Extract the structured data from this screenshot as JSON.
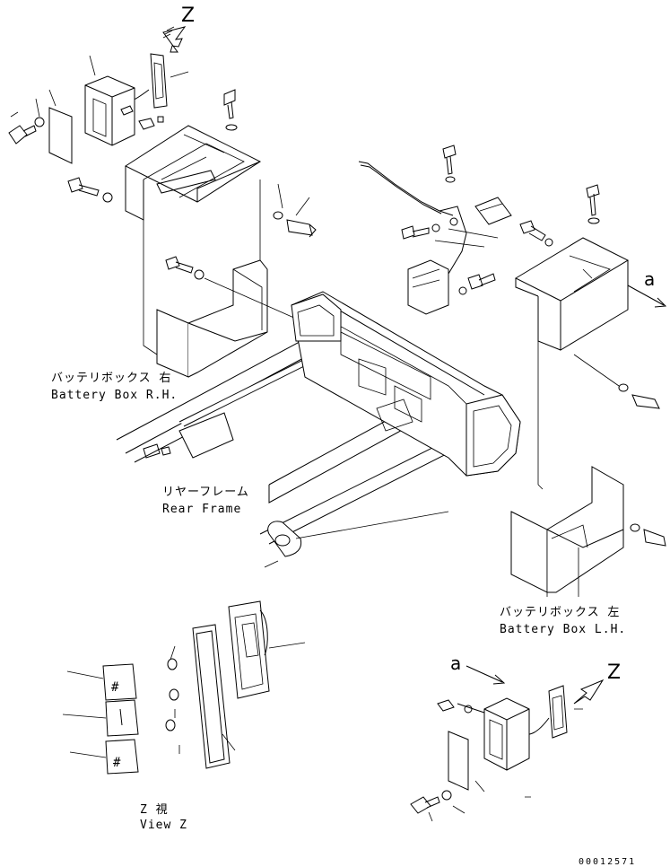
{
  "labels": {
    "battery_rh_jp": "バッテリボックス 右",
    "battery_rh_en": "Battery Box R.H.",
    "rear_frame_jp": "リヤーフレーム",
    "rear_frame_en": "Rear Frame",
    "battery_lh_jp": "バッテリボックス 左",
    "battery_lh_en": "Battery Box L.H.",
    "view_z_jp": "Z 視",
    "view_z_en": "View Z",
    "z_top": "Z",
    "z_bottom": "Z",
    "a_right": "a",
    "a_bottom": "a",
    "drawing_number": "00012571"
  }
}
